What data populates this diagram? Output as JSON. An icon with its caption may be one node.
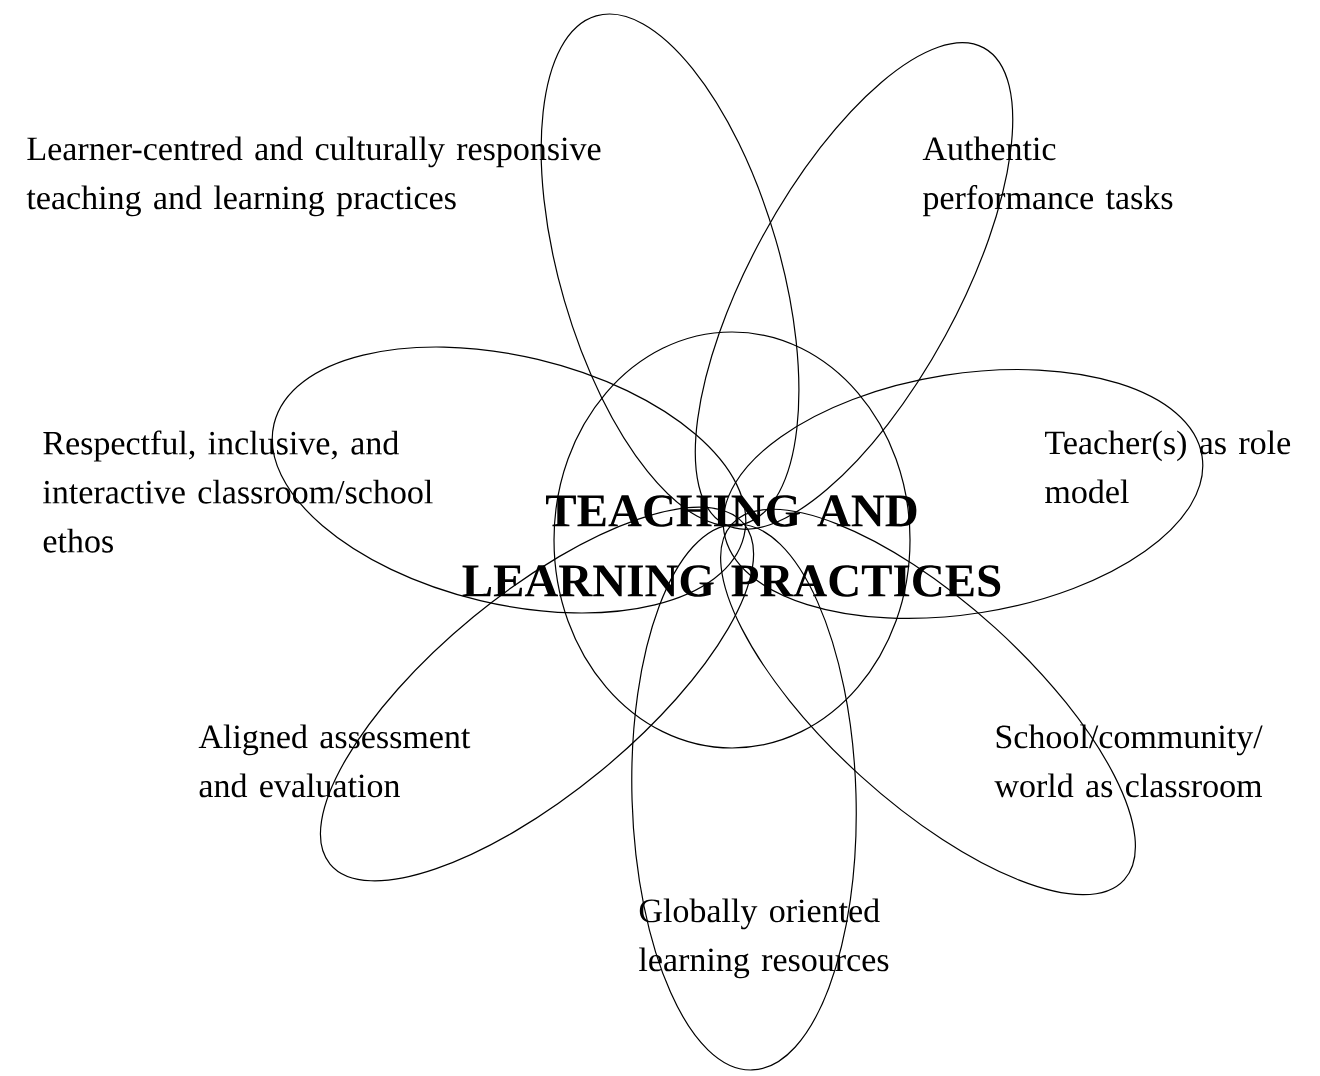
{
  "diagram": {
    "nodes": [
      {
        "text": [],
        "shape": "ellipse"
      },
      {
        "text": [],
        "shape": "ellipse",
        "beside": [
          "Learner-centred and culturally responsive teaching and learning practices"
        ]
      },
      {
        "text": [],
        "shape": "ellipse",
        "beside": [
          "Authentic performance tasks"
        ]
      },
      {
        "text": [],
        "shape": "ellipse",
        "beside": [
          "Respectful, inclusive, and interactive classroom/school ethos"
        ]
      },
      {
        "text": [
          "Teacher(s) as role model"
        ]
      },
      {
        "text": [],
        "shape": "ellipse",
        "beside": [
          "Aligned assessment and evaluation"
        ]
      },
      {
        "text": [],
        "shape": "ellipse",
        "beside": [
          "School/community/ world as classroom"
        ]
      },
      {
        "text": [
          "Globally oriented learning resources"
        ]
      }
    ],
    "labels": [
      "TEACHING AND LEARNING PRACTICES"
    ]
  }
}
